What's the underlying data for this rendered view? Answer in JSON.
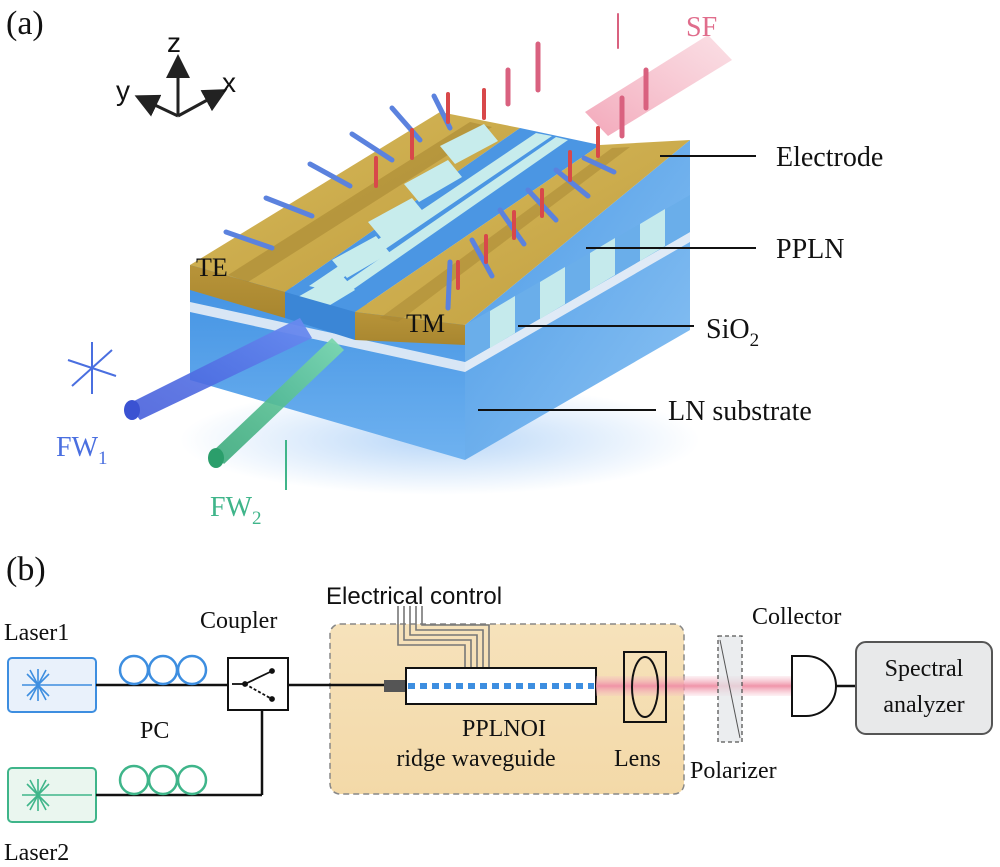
{
  "panel_a": {
    "panel_label": "(a)",
    "axes": {
      "z": "z",
      "y": "y",
      "x": "x"
    },
    "labels": {
      "sf": "SF",
      "electrode": "Electrode",
      "ppln": "PPLN",
      "sio2_main": "SiO",
      "sio2_sub": "2",
      "ln_substrate": "LN substrate",
      "te": "TE",
      "tm": "TM",
      "fw1_main": "FW",
      "fw1_sub": "1",
      "fw2_main": "FW",
      "fw2_sub": "2"
    },
    "colors": {
      "electrode": "#c9a94a",
      "ppln_blue": "#3f8fdd",
      "ppln_light": "#bfe6e8",
      "substrate": "#3d8ee0",
      "fw1": "#4a6fe0",
      "fw2": "#3fb58a",
      "sf": "#e06d8c",
      "te_field": "#5b82de",
      "tm_field": "#d8484a"
    }
  },
  "panel_b": {
    "panel_label": "(b)",
    "laser1": "Laser1",
    "laser2": "Laser2",
    "pc": "PC",
    "coupler": "Coupler",
    "electrical_control": "Electrical control",
    "chip_line1": "PPLNOI",
    "chip_line2": "ridge waveguide",
    "lens": "Lens",
    "polarizer": "Polarizer",
    "collector": "Collector",
    "analyzer_line1": "Spectral",
    "analyzer_line2": "analyzer"
  }
}
